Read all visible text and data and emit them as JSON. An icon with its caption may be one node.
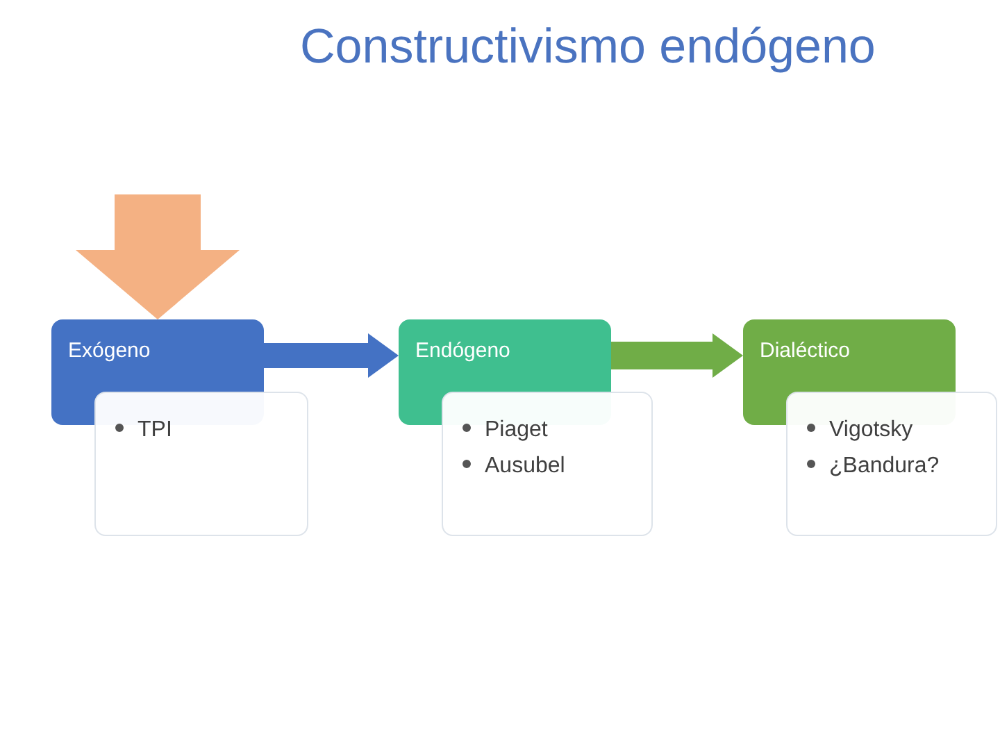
{
  "diagram": {
    "title": "Constructivismo endógeno",
    "nodes": [
      {
        "text": [
          "Exógeno"
        ]
      },
      {
        "text": [
          "TPI"
        ]
      },
      {
        "text": [
          "Endógeno"
        ]
      },
      {
        "text": [
          "Piaget",
          "Ausubel"
        ]
      },
      {
        "text": [
          "Dialéctico"
        ]
      },
      {
        "text": [
          "Vigotsky",
          "¿Bandura?"
        ]
      }
    ],
    "edges": [
      {
        "from": null,
        "to": 0,
        "arrow": "to",
        "style": "thick",
        "color": "#f4b183"
      },
      {
        "from": 0,
        "to": 2,
        "arrow": "to",
        "color": "#4472c4"
      },
      {
        "from": 2,
        "to": 4,
        "arrow": "to",
        "color": "#70ad47"
      }
    ]
  }
}
